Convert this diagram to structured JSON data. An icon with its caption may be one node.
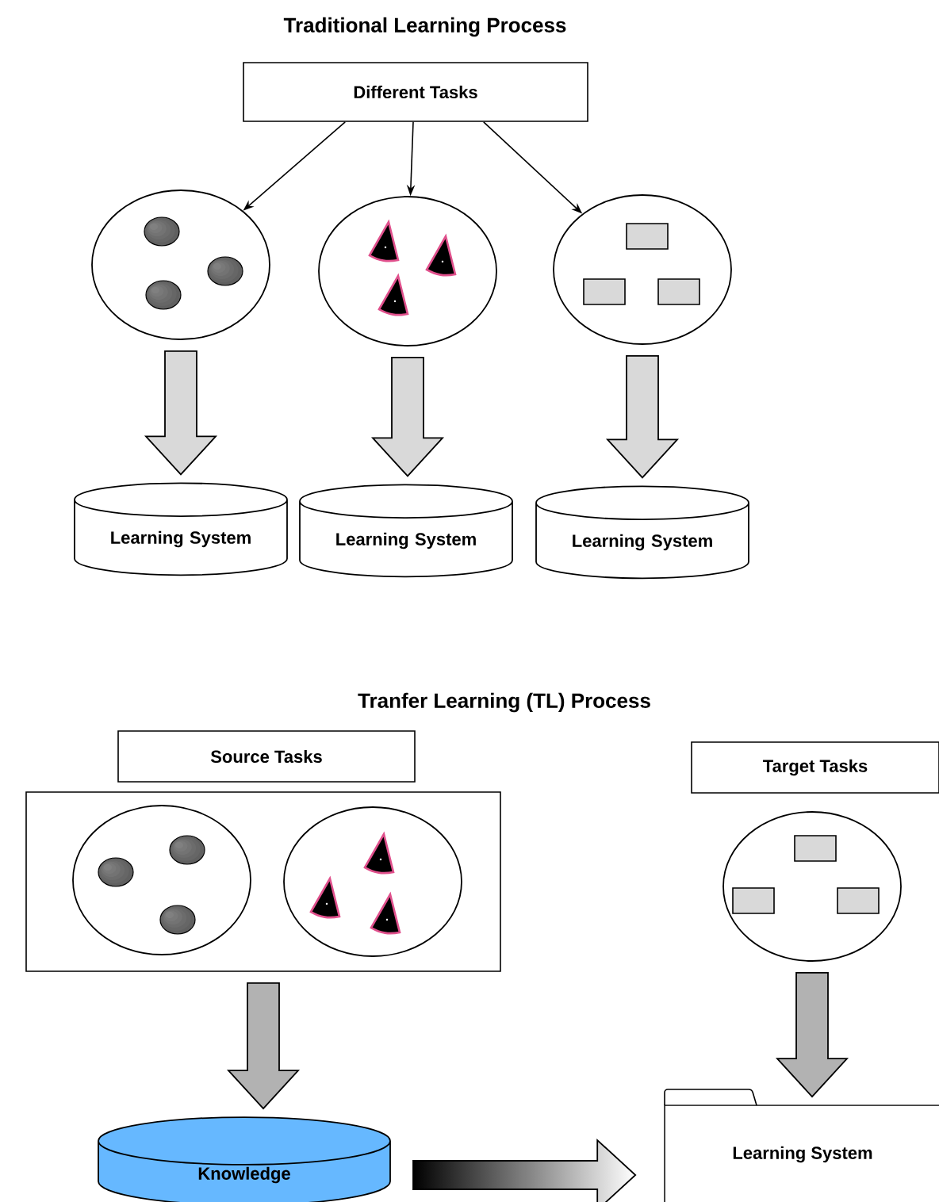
{
  "diagram": {
    "nodes": [
      {
        "text": [
          "Different Tasks"
        ]
      },
      {
        "text": [],
        "shape": "circle"
      },
      {
        "text": [],
        "shape": "circle"
      },
      {
        "text": [],
        "shape": "circle"
      },
      {
        "text": [
          "Learning System"
        ]
      },
      {
        "text": [
          "Learning System"
        ]
      },
      {
        "text": [
          "Learning System"
        ]
      },
      {
        "text": [
          "Source Tasks"
        ]
      },
      {
        "text": [],
        "shape": "box"
      },
      {
        "text": [],
        "shape": "circle",
        "in": 8
      },
      {
        "text": [],
        "shape": "circle",
        "in": 8
      },
      {
        "text": [
          "Target Tasks"
        ]
      },
      {
        "text": [],
        "shape": "circle"
      },
      {
        "text": [
          "Knowledge"
        ]
      },
      {
        "text": [
          "Learning System"
        ]
      }
    ],
    "edges": [
      {
        "from": 0,
        "to": 1,
        "arrow": "to"
      },
      {
        "from": 0,
        "to": 2,
        "arrow": "to"
      },
      {
        "from": 0,
        "to": 3,
        "arrow": "to"
      },
      {
        "from": 1,
        "to": 4,
        "arrow": "to",
        "style": "thick",
        "color": "#d9d9d9"
      },
      {
        "from": 2,
        "to": 5,
        "arrow": "to",
        "style": "thick",
        "color": "#d9d9d9"
      },
      {
        "from": 3,
        "to": 6,
        "arrow": "to",
        "style": "thick",
        "color": "#d9d9d9"
      },
      {
        "from": 8,
        "to": 13,
        "arrow": "to",
        "style": "thick"
      },
      {
        "from": 12,
        "to": 14,
        "arrow": "to",
        "style": "thick"
      },
      {
        "from": 13,
        "to": 14,
        "arrow": "to",
        "style": "thick"
      }
    ],
    "labels": [
      "Traditional Learning Process",
      "Tranfer Learning (TL) Process"
    ]
  }
}
